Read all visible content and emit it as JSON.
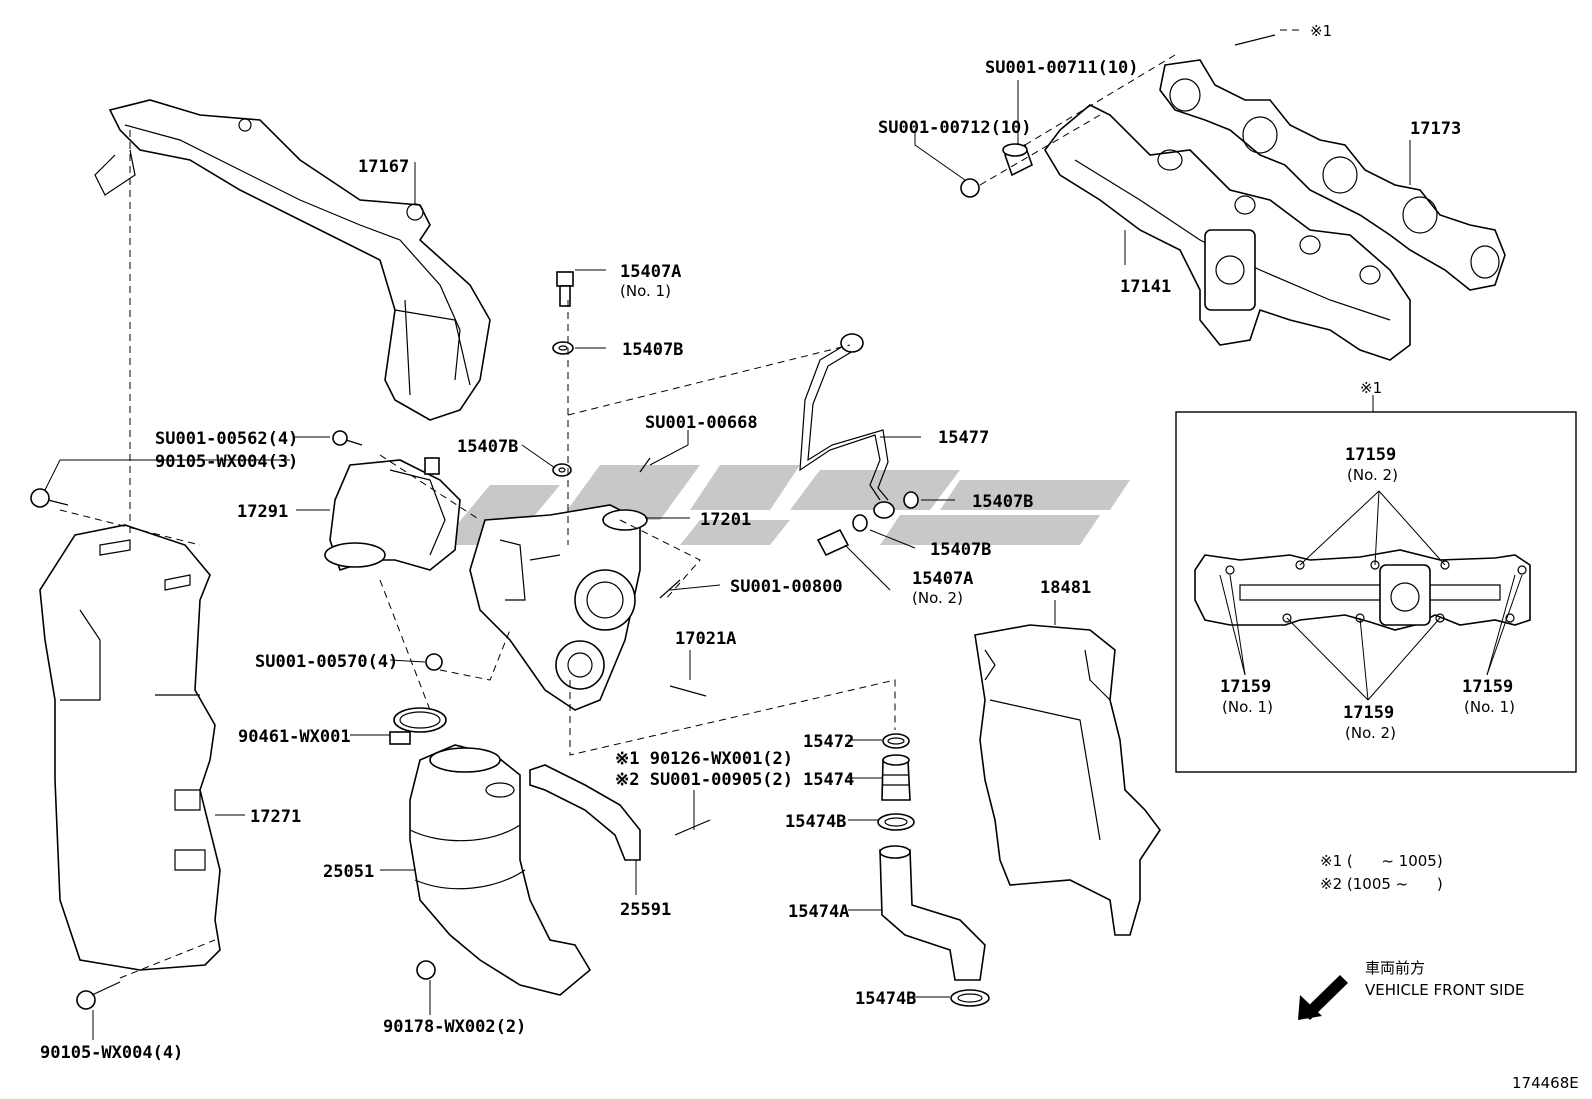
{
  "diagram_id": "174468E",
  "parts": {
    "p17167": "17167",
    "p15407A_1": "15407A",
    "p15407A_1_sub": "(No. 1)",
    "p15407B_a": "15407B",
    "p15407B_b": "15407B",
    "p15407B_c": "15407B",
    "p15407B_d": "15407B",
    "pSU668": "SU001-00668",
    "pSU562": "SU001-00562(4)",
    "p90105_3": "90105-WX004(3)",
    "p17291": "17291",
    "p17201": "17201",
    "p15477": "15477",
    "p15407A_2": "15407A",
    "p15407A_2_sub": "(No. 2)",
    "pSU800": "SU001-00800",
    "p17021A": "17021A",
    "pSU570": "SU001-00570(4)",
    "p90461": "90461-WX001",
    "p17271": "17271",
    "p25051": "25051",
    "p90126": "※1 90126-WX001(2)",
    "pSU905": "※2 SU001-00905(2)",
    "p25591": "25591",
    "p90178": "90178-WX002(2)",
    "p90105_4": "90105-WX004(4)",
    "p15472": "15472",
    "p15474": "15474",
    "p15474B_a": "15474B",
    "p15474A": "15474A",
    "p15474B_b": "15474B",
    "p18481": "18481",
    "pSU711": "SU001-00711(10)",
    "pSU712": "SU001-00712(10)",
    "p17173": "17173",
    "p17141": "17141",
    "mark1_top": "※1"
  },
  "detail_box": {
    "title": "※1",
    "gasket_no2_top": "17159",
    "gasket_no2_top_sub": "(No. 2)",
    "gasket_no1_left": "17159",
    "gasket_no1_left_sub": "(No. 1)",
    "gasket_no2_bottom": "17159",
    "gasket_no2_bottom_sub": "(No. 2)",
    "gasket_no1_right": "17159",
    "gasket_no1_right_sub": "(No. 1)"
  },
  "notes": {
    "note1": "※1 (      ~ 1005)",
    "note2": "※2 (1005 ~      )"
  },
  "direction": {
    "jp": "車両前方",
    "en": "VEHICLE FRONT SIDE"
  }
}
